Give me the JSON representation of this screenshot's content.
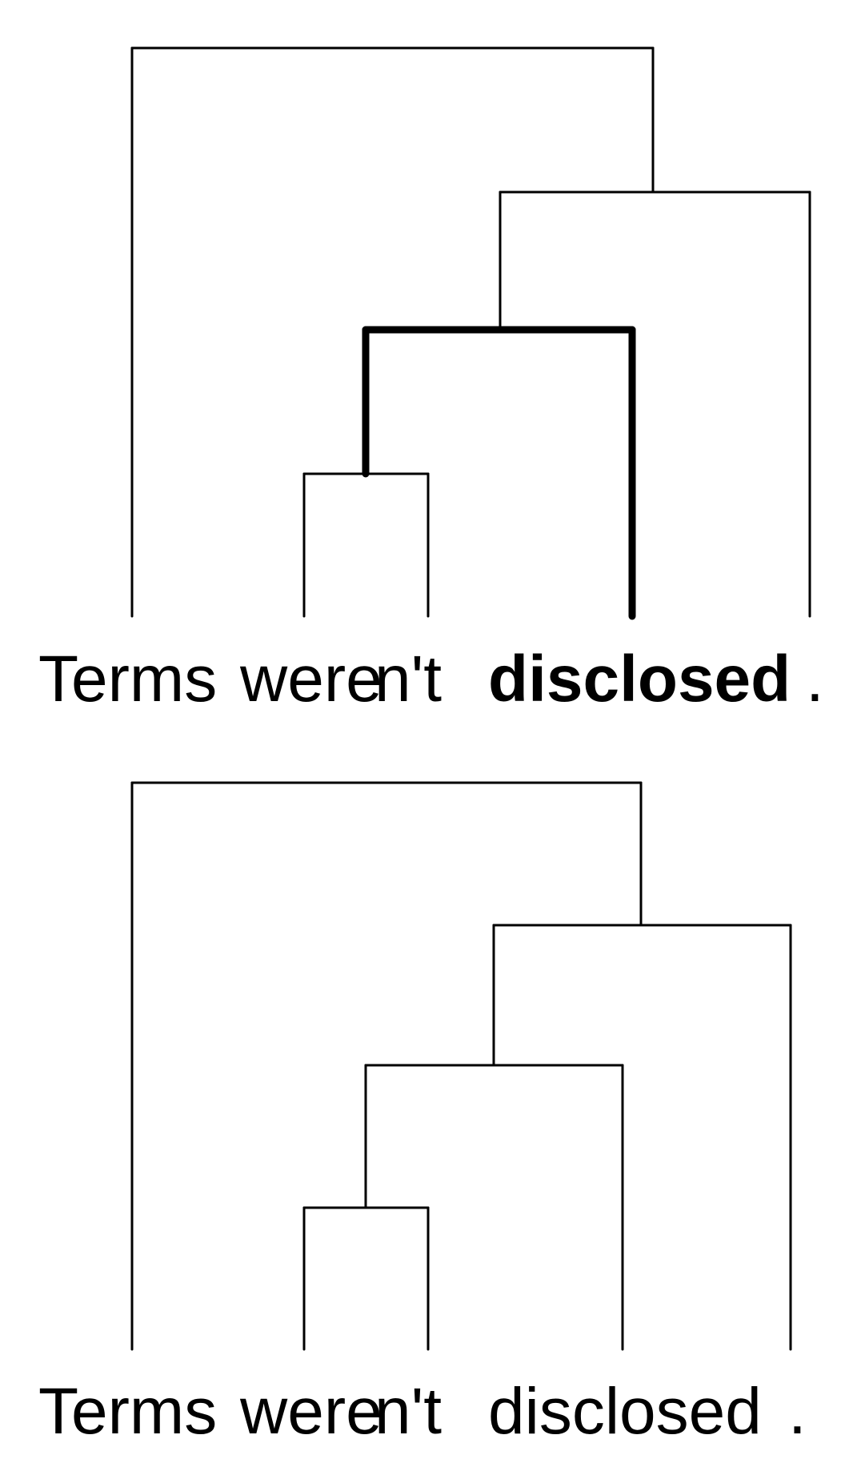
{
  "trees": [
    {
      "id": "tree-1",
      "tokens": [
        {
          "text": "Terms",
          "bold": false
        },
        {
          "text": "were",
          "bold": false
        },
        {
          "text": "n't",
          "bold": false
        },
        {
          "text": "disclosed",
          "bold": true
        },
        {
          "text": ".",
          "bold": false
        }
      ],
      "structure": [
        0,
        [
          [
            [
              1,
              2
            ],
            3
          ],
          4
        ]
      ],
      "highlight_path": "disclosed"
    },
    {
      "id": "tree-2",
      "tokens": [
        {
          "text": "Terms",
          "bold": false
        },
        {
          "text": "were",
          "bold": false
        },
        {
          "text": "n't",
          "bold": false
        },
        {
          "text": "disclosed",
          "bold": false
        },
        {
          "text": ".",
          "bold": false
        }
      ],
      "structure": [
        0,
        [
          [
            [
              1,
              2
            ],
            3
          ],
          4
        ]
      ],
      "highlight_path": null
    }
  ]
}
